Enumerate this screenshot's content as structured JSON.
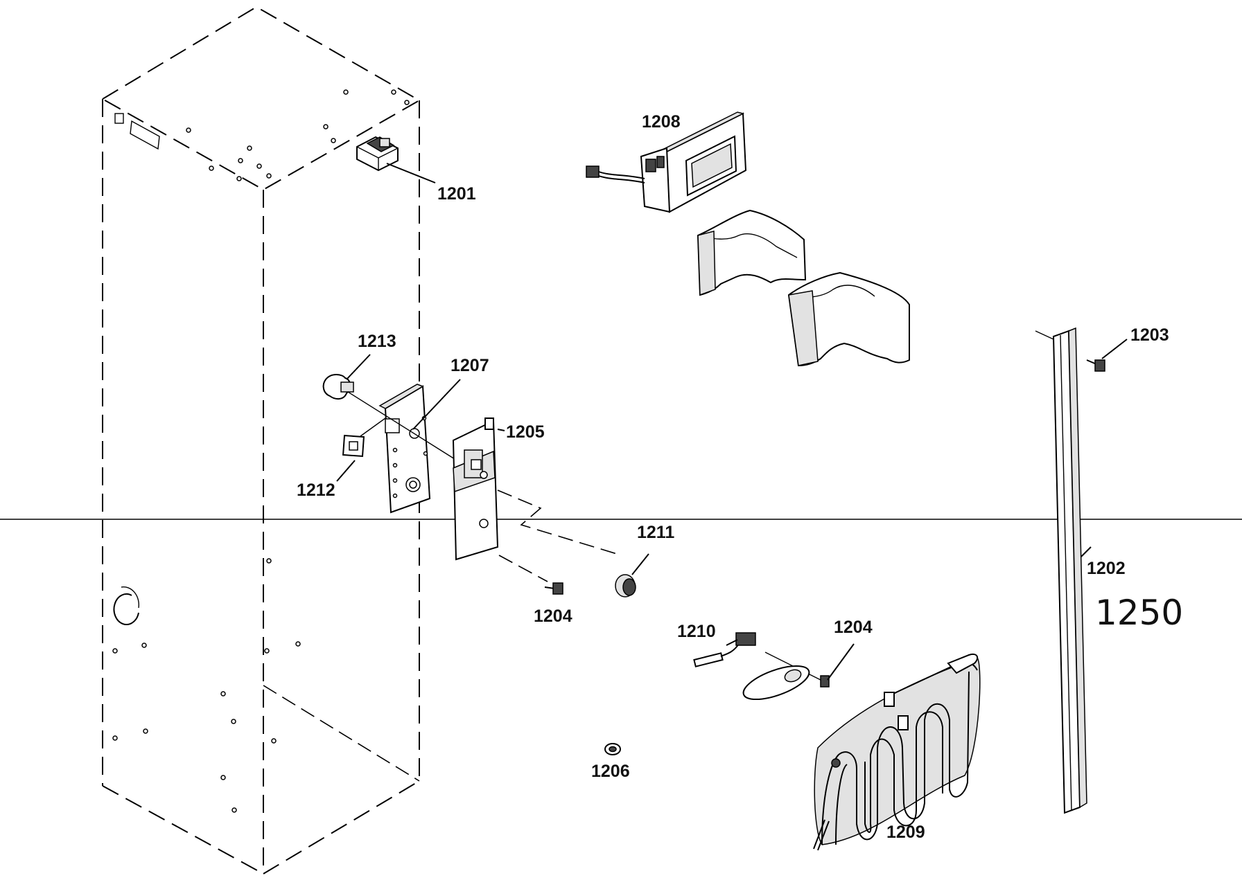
{
  "diagram": {
    "handwritten_label": "1250",
    "callouts": [
      {
        "id": "1201",
        "text": "1201"
      },
      {
        "id": "1202",
        "text": "1202"
      },
      {
        "id": "1203",
        "text": "1203"
      },
      {
        "id": "1204a",
        "text": "1204"
      },
      {
        "id": "1204b",
        "text": "1204"
      },
      {
        "id": "1205",
        "text": "1205"
      },
      {
        "id": "1206",
        "text": "1206"
      },
      {
        "id": "1207",
        "text": "1207"
      },
      {
        "id": "1208",
        "text": "1208"
      },
      {
        "id": "1209",
        "text": "1209"
      },
      {
        "id": "1210",
        "text": "1210"
      },
      {
        "id": "1211",
        "text": "1211"
      },
      {
        "id": "1212",
        "text": "1212"
      },
      {
        "id": "1213",
        "text": "1213"
      }
    ]
  }
}
